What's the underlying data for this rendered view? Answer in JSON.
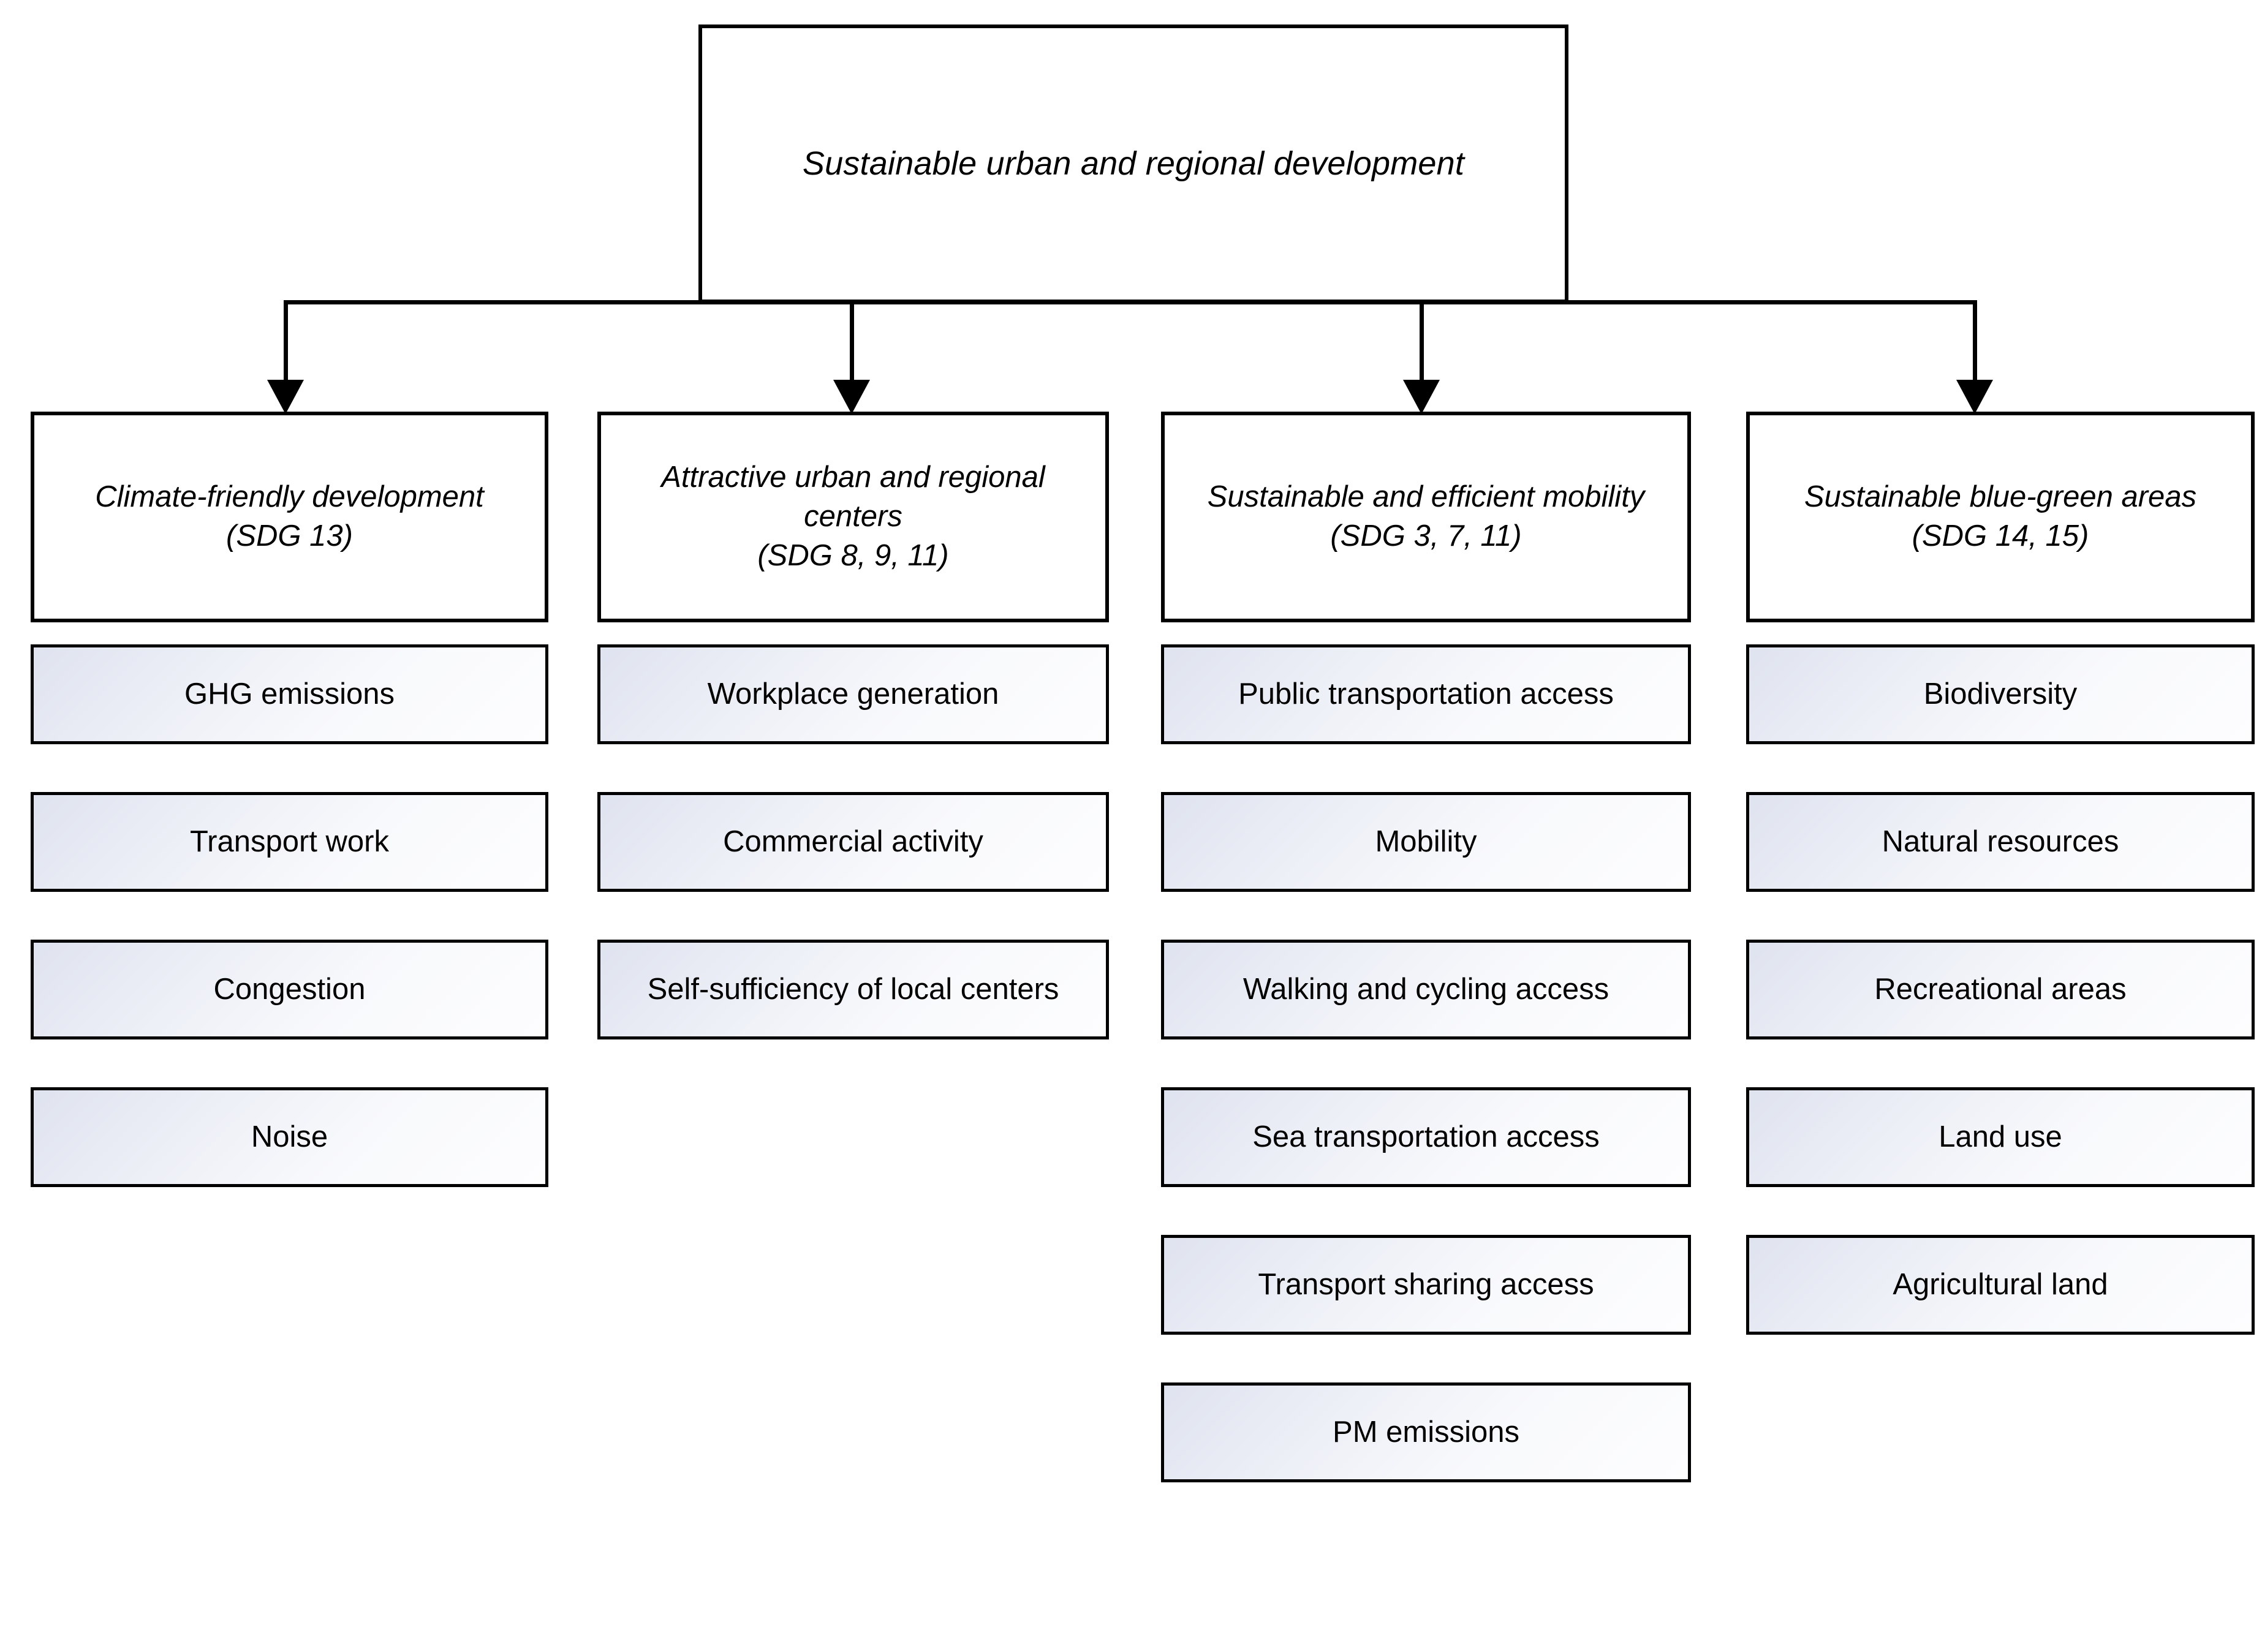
{
  "diagram": {
    "type": "hierarchy-tree",
    "root": {
      "label": "Sustainable urban and regional development"
    },
    "branches": [
      {
        "id": "climate-friendly-development",
        "title": "Climate-friendly development",
        "sdg": "(SDG 13)",
        "indicators": [
          "GHG emissions",
          "Transport work",
          "Congestion",
          "Noise"
        ]
      },
      {
        "id": "attractive-urban-and-regional-centers",
        "title": "Attractive urban and regional centers",
        "sdg": "(SDG 8, 9, 11)",
        "indicators": [
          "Workplace generation",
          "Commercial activity",
          "Self-sufficiency of local centers"
        ]
      },
      {
        "id": "sustainable-and-efficient-mobility",
        "title": "Sustainable and efficient mobility",
        "sdg": "(SDG 3, 7, 11)",
        "indicators": [
          "Public transportation access",
          "Mobility",
          "Walking and cycling access",
          "Sea transportation access",
          "Transport sharing access",
          "PM emissions"
        ]
      },
      {
        "id": "sustainable-blue-green-areas",
        "title": "Sustainable blue-green areas",
        "sdg": "(SDG 14, 15)",
        "indicators": [
          "Biodiversity",
          "Natural resources",
          "Recreational areas",
          "Land use",
          "Agricultural land"
        ]
      }
    ],
    "colors": {
      "background": "#ffffff",
      "stroke": "#000000",
      "text": "#000000",
      "indicator_fill_start": "#dfe3ef",
      "indicator_fill_end": "#fdfdfe"
    }
  }
}
